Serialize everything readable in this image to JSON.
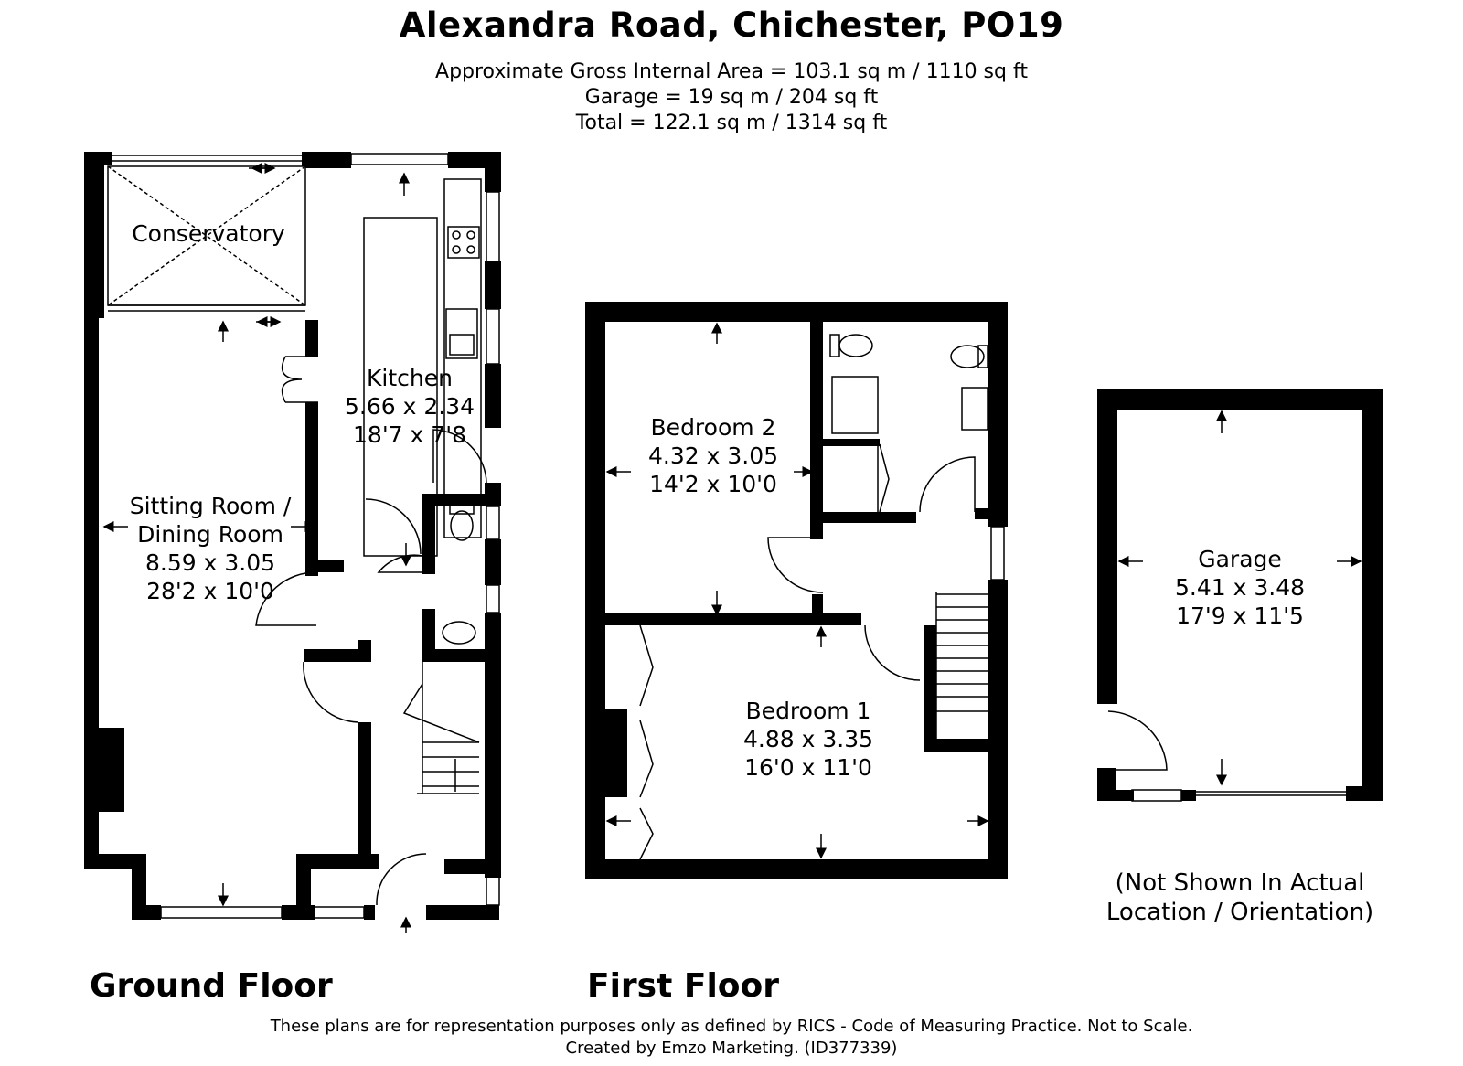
{
  "title": "Alexandra Road, Chichester, PO19",
  "areas": {
    "gross": "Approximate Gross Internal Area = 103.1 sq m / 1110 sq ft",
    "garage": "Garage = 19 sq m / 204 sq ft",
    "total": "Total = 122.1 sq m / 1314 sq ft"
  },
  "floors": {
    "ground": {
      "label": "Ground Floor",
      "rooms": {
        "conservatory": {
          "name": "Conservatory"
        },
        "kitchen": {
          "name": "Kitchen",
          "metric": "5.66 x 2.34",
          "imperial": "18'7 x 7'8"
        },
        "sitting": {
          "name_line1": "Sitting Room /",
          "name_line2": "Dining Room",
          "metric": "8.59 x 3.05",
          "imperial": "28'2 x 10'0"
        }
      }
    },
    "first": {
      "label": "First Floor",
      "rooms": {
        "bedroom2": {
          "name": "Bedroom 2",
          "metric": "4.32 x 3.05",
          "imperial": "14'2 x 10'0"
        },
        "bedroom1": {
          "name": "Bedroom 1",
          "metric": "4.88 x 3.35",
          "imperial": "16'0 x 11'0"
        }
      }
    },
    "garage": {
      "name": "Garage",
      "metric": "5.41 x 3.48",
      "imperial": "17'9 x 11'5",
      "note_line1": "(Not Shown In Actual",
      "note_line2": "Location / Orientation)"
    }
  },
  "footer": {
    "line1": "These plans are for representation purposes only as defined by RICS - Code of Measuring Practice. Not to Scale.",
    "line2": "Created by Emzo Marketing. (ID377339)"
  },
  "colors": {
    "wall": "#000000",
    "fixture": "#555555",
    "background": "#ffffff"
  }
}
